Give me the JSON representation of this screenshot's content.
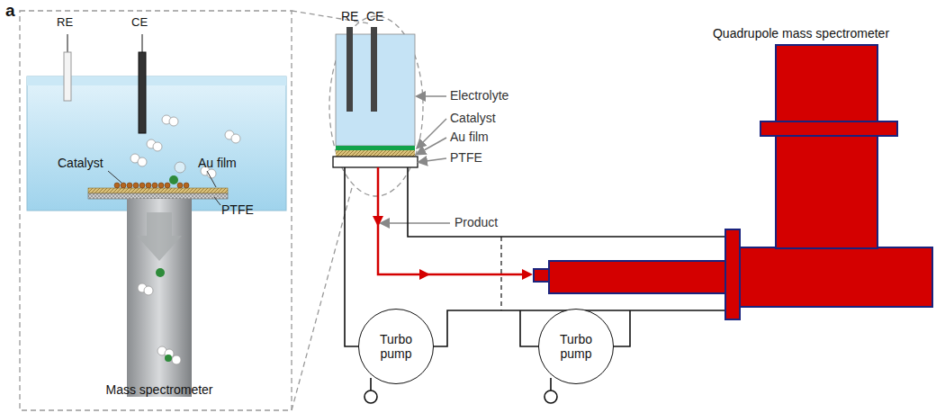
{
  "diagram": {
    "nodes": [
      {
        "text": [
          "Mass spectrometer"
        ]
      },
      {
        "text": [
          "Turbo pump"
        ]
      },
      {
        "text": [
          "Turbo pump"
        ]
      },
      {
        "text": [
          "Quadrupole mass spectrometer"
        ]
      }
    ],
    "labels": [
      "a",
      "RE",
      "CE",
      "Catalyst",
      "Au film",
      "PTFE",
      "RE",
      "CE",
      "Electrolyte",
      "Catalyst",
      "Au film",
      "PTFE",
      "Product"
    ]
  }
}
